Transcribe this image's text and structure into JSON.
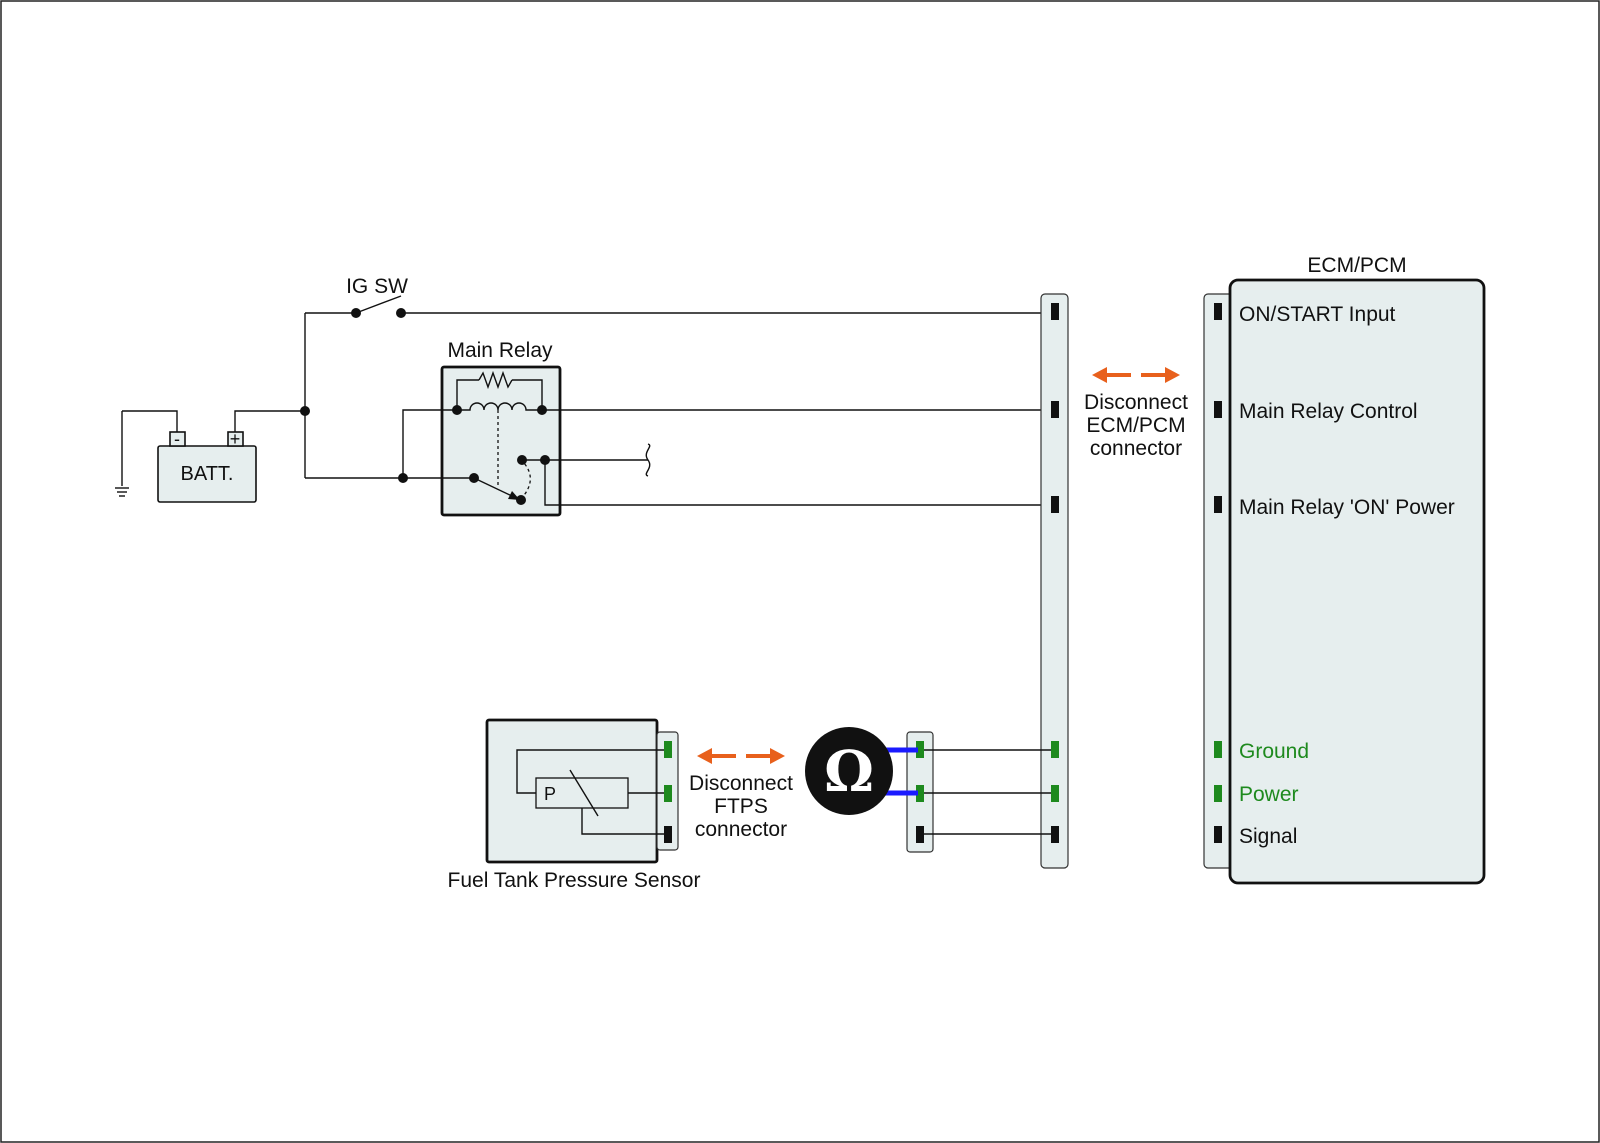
{
  "labels": {
    "ig_sw": "IG SW",
    "batt": "BATT.",
    "batt_minus": "-",
    "batt_plus": "+",
    "main_relay": "Main Relay",
    "ecm_title": "ECM/PCM",
    "disconnect_ecm": [
      "Disconnect",
      "ECM/PCM",
      "connector"
    ],
    "disconnect_ftps": [
      "Disconnect",
      "FTPS",
      "connector"
    ],
    "sensor_name": "Fuel Tank Pressure Sensor",
    "sensor_p": "P",
    "ohmmeter_symbol": "Ω"
  },
  "ecm_pins": [
    {
      "label": "ON/START Input",
      "color": "#111111"
    },
    {
      "label": "Main Relay Control",
      "color": "#111111"
    },
    {
      "label": "Main Relay 'ON' Power",
      "color": "#111111"
    },
    {
      "label": "Ground",
      "color": "#1e8a1e"
    },
    {
      "label": "Power",
      "color": "#1e8a1e"
    },
    {
      "label": "Signal",
      "color": "#111111"
    }
  ],
  "colors": {
    "arrow": "#e8601c",
    "active_pin": "#1e8a1e",
    "probe_lead": "#1a1aff",
    "component_fill": "#e6eeee"
  },
  "icons": {
    "ohmmeter": "ohmmeter-icon",
    "ground": "ground-icon",
    "switch": "switch-icon"
  }
}
